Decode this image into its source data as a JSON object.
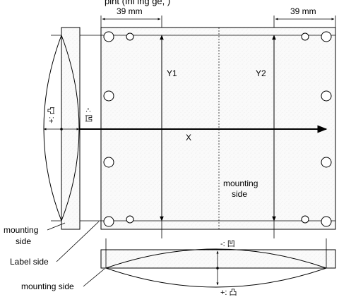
{
  "header": {
    "partial_text": "pint (Ini   ing ge,  )"
  },
  "dimensions": {
    "left_offset": "39 mm",
    "right_offset": "39 mm"
  },
  "axes": {
    "y1": "Y1",
    "y2": "Y2",
    "x": "X"
  },
  "labels": {
    "mounting_side_center_line1": "mounting",
    "mounting_side_center_line2": "side",
    "mounting_side_left_line1": "mounting",
    "mounting_side_left_line2": "side",
    "label_side": "Label side",
    "mounting_side_bottom": "mounting side"
  },
  "symbols": {
    "left_plus": "+: 凸",
    "left_minus": "-: 凹",
    "bottom_minus": "-: 凹",
    "bottom_plus": "+: 凸"
  }
}
